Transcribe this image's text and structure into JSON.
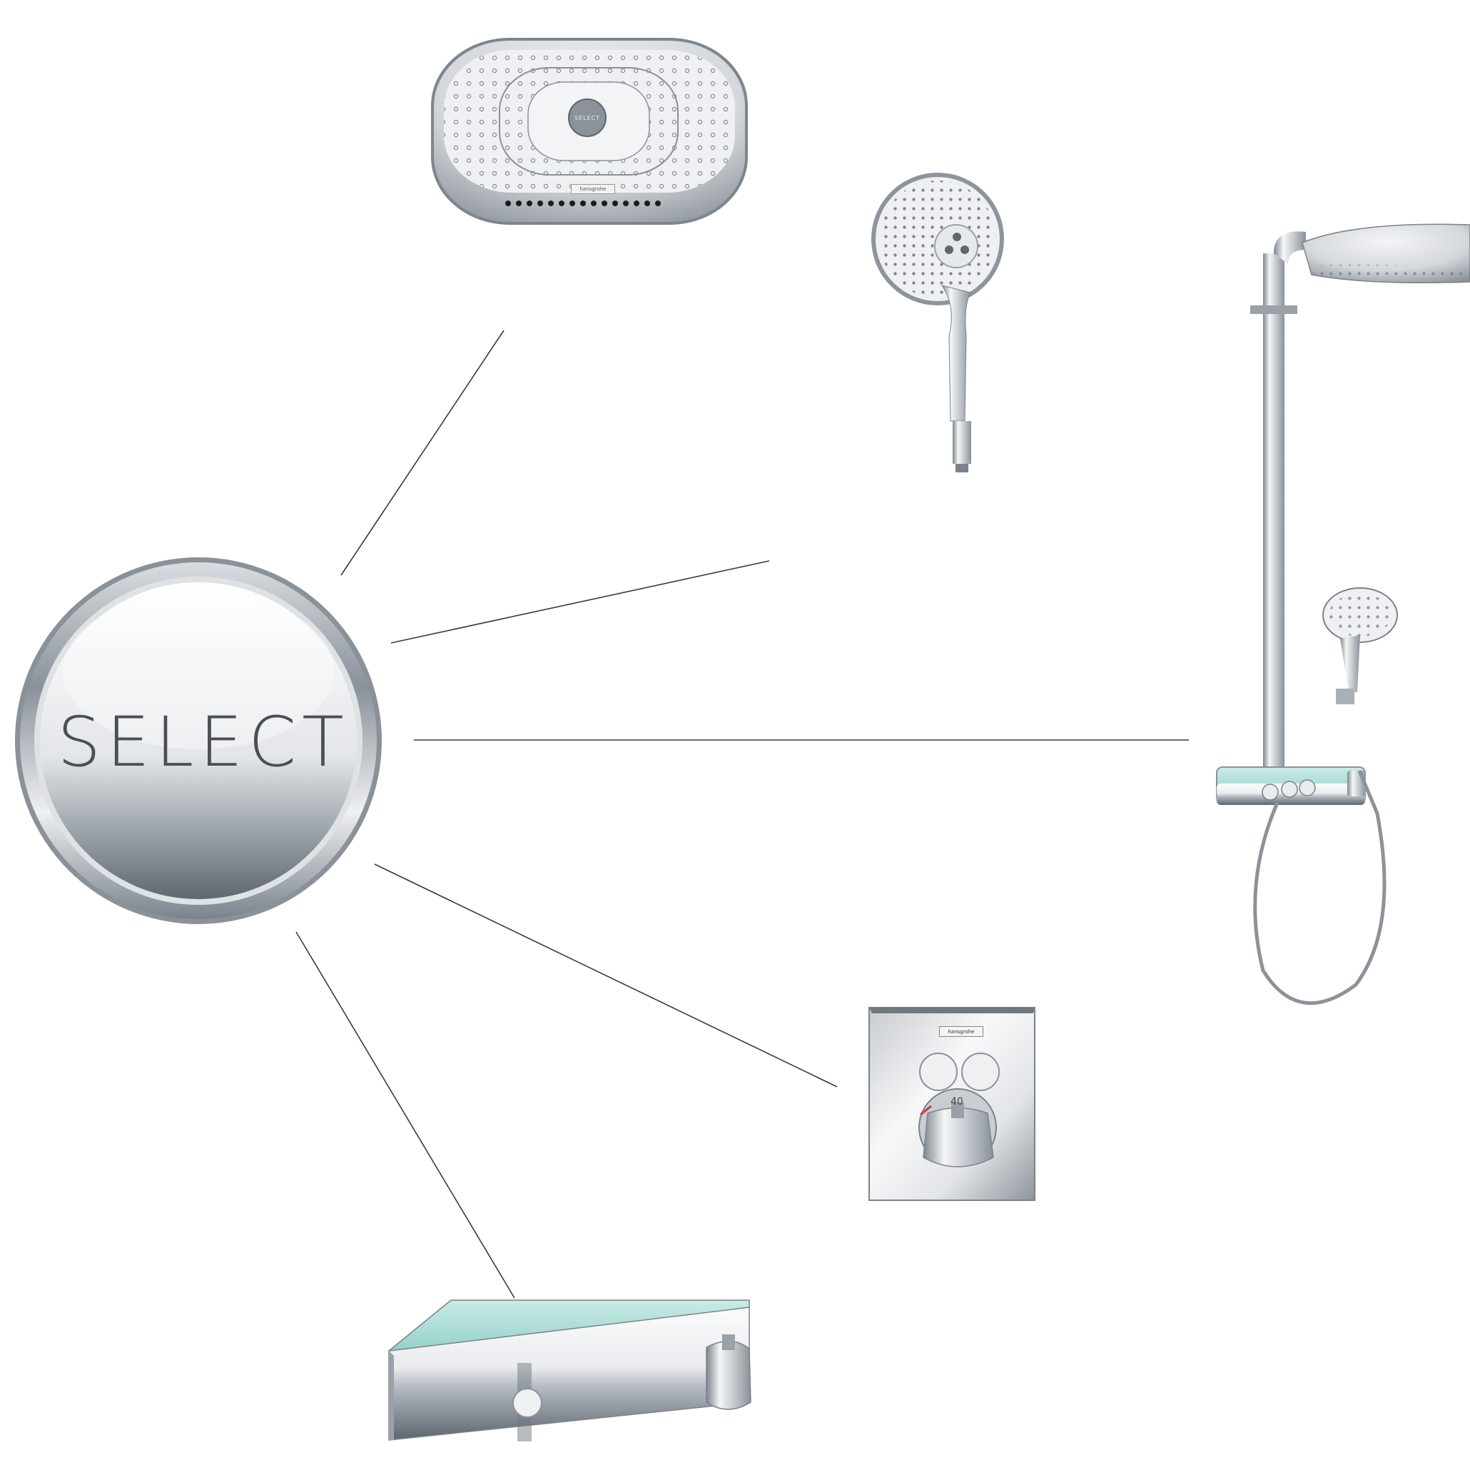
{
  "badge": {
    "text": "SELECT"
  },
  "overhead_shower": {
    "button_text": "SELECT",
    "brand": "hansgrohe"
  },
  "thermostat": {
    "brand": "hansgrohe",
    "temperature": "40"
  },
  "colors": {
    "line": "#3a3a3a",
    "chrome_dark": "#6f7780",
    "chrome_light": "#f4f6f8",
    "glass": "#9fd6cf",
    "text": "#4a4f55"
  },
  "icons": [
    "select-badge",
    "overhead-shower",
    "hand-shower",
    "shower-system",
    "concealed-thermostat",
    "exposed-thermostat"
  ]
}
